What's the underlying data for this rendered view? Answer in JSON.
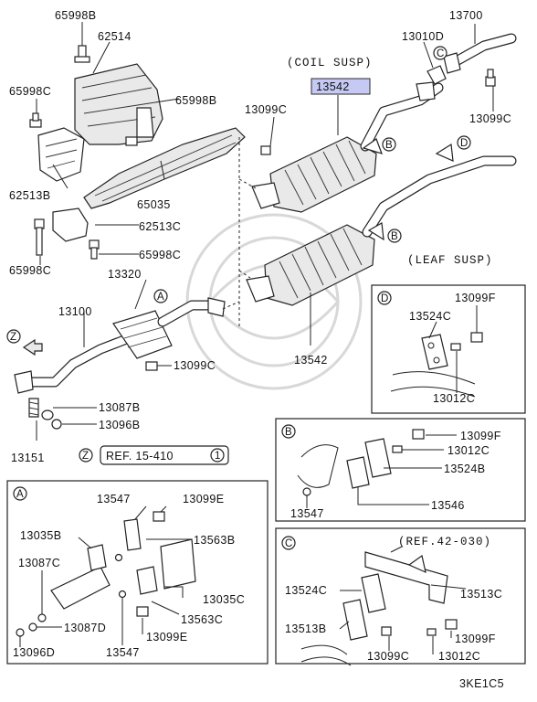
{
  "diagram_code": "3KE1C5",
  "notes": {
    "coil_susp": "(COIL SUSP)",
    "leaf_susp": "(LEAF SUSP)",
    "ref_15_410": "REF. 15-410",
    "ref_15_410_circle": "1",
    "ref_42_030": "(REF.42-030)"
  },
  "highlighted_part": "13542",
  "part_labels": {
    "p65998B_top": "65998B",
    "p62514": "62514",
    "p65998C_left": "65998C",
    "p65998B_right": "65998B",
    "p62513B": "62513B",
    "p65035": "65035",
    "p62513C": "62513C",
    "p65998C_mid": "65998C",
    "p65998C_bottom": "65998C",
    "p13320": "13320",
    "p13100": "13100",
    "p13099C_mid": "13099C",
    "p13087B": "13087B",
    "p13096B": "13096B",
    "p13151": "13151",
    "p13099C_upper": "13099C",
    "p13542_lower": "13542",
    "p13700": "13700",
    "p13010D": "13010D",
    "p13099C_right": "13099C"
  },
  "callouts": {
    "A": "A",
    "B": "B",
    "C": "C",
    "D": "D",
    "Z": "Z"
  },
  "box_D": {
    "title": "D",
    "labels": [
      "13099F",
      "13524C",
      "13012C"
    ]
  },
  "box_B": {
    "title": "B",
    "labels": [
      "13099F",
      "13012C",
      "13524B",
      "13546",
      "13547"
    ]
  },
  "box_A": {
    "title": "A",
    "labels": [
      "13547",
      "13099E",
      "13035B",
      "13563B",
      "13087C",
      "13035C",
      "13563C",
      "13087D",
      "13099E",
      "13096D",
      "13547"
    ]
  },
  "box_C": {
    "title": "C",
    "labels": [
      "13524C",
      "13513C",
      "13513B",
      "13099F",
      "13099C",
      "13012C"
    ]
  }
}
